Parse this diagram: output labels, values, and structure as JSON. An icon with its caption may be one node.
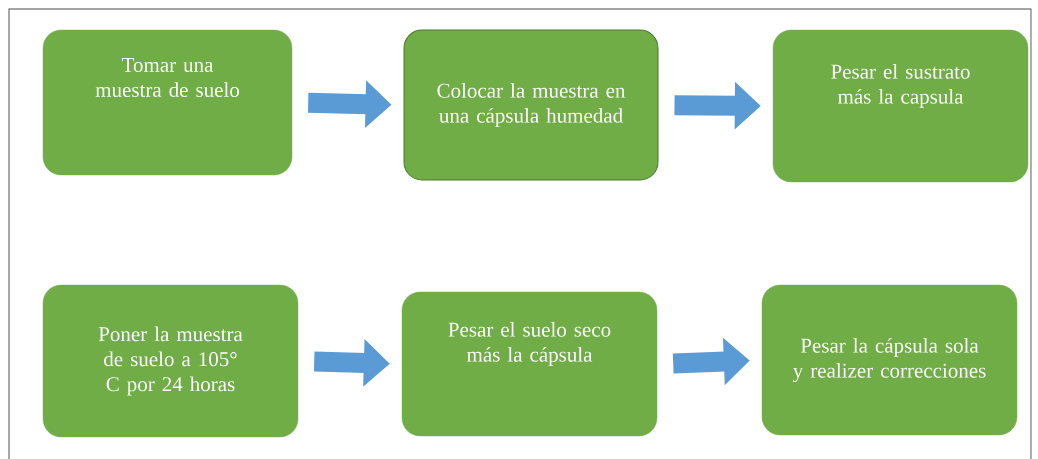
{
  "diagram": {
    "nodes": [
      {
        "text": [
          "Tomar una muestra de suelo"
        ]
      },
      {
        "text": [
          "Colocar la muestra en una cápsula humedad"
        ]
      },
      {
        "text": [
          "Pesar el sustrato más la capsula"
        ]
      },
      {
        "text": [
          "Poner la muestra de suelo a 105° C por 24 horas"
        ]
      },
      {
        "text": [
          "Pesar el suelo seco más la cápsula"
        ]
      },
      {
        "text": [
          "Pesar la cápsula sola y realizer correcciones"
        ]
      }
    ],
    "edges": [
      {
        "from": 0,
        "to": 1,
        "arrow": "to"
      },
      {
        "from": 1,
        "to": 2,
        "arrow": "to"
      },
      {
        "from": 3,
        "to": 4,
        "arrow": "to"
      },
      {
        "from": 4,
        "to": 5,
        "arrow": "to"
      }
    ]
  }
}
